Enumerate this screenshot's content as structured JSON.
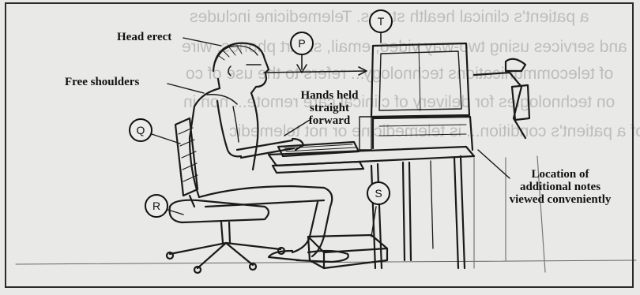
{
  "figure": {
    "labels": {
      "head_erect": "Head erect",
      "free_shoulders": "Free shoulders",
      "hands_line1": "Hands held",
      "hands_line2": "straight",
      "hands_line3": "forward",
      "location_line1": "Location of",
      "location_line2": "additional notes",
      "location_line3": "viewed conveniently"
    },
    "markers": {
      "P": "P",
      "T": "T",
      "Q": "Q",
      "R": "R",
      "S": "S"
    }
  },
  "bleed_text": {
    "line1": "a patient's clinical health status. Telemedicine includes",
    "line2": "and services using two-way video, email, smart phones, wire",
    "line3": "of telecommunications technology... refers to the use of co",
    "line4": "on technologies for delivery of clinical care remote... non in",
    "line5": "of a patient's condition... is telemedicine or not telemedic"
  }
}
